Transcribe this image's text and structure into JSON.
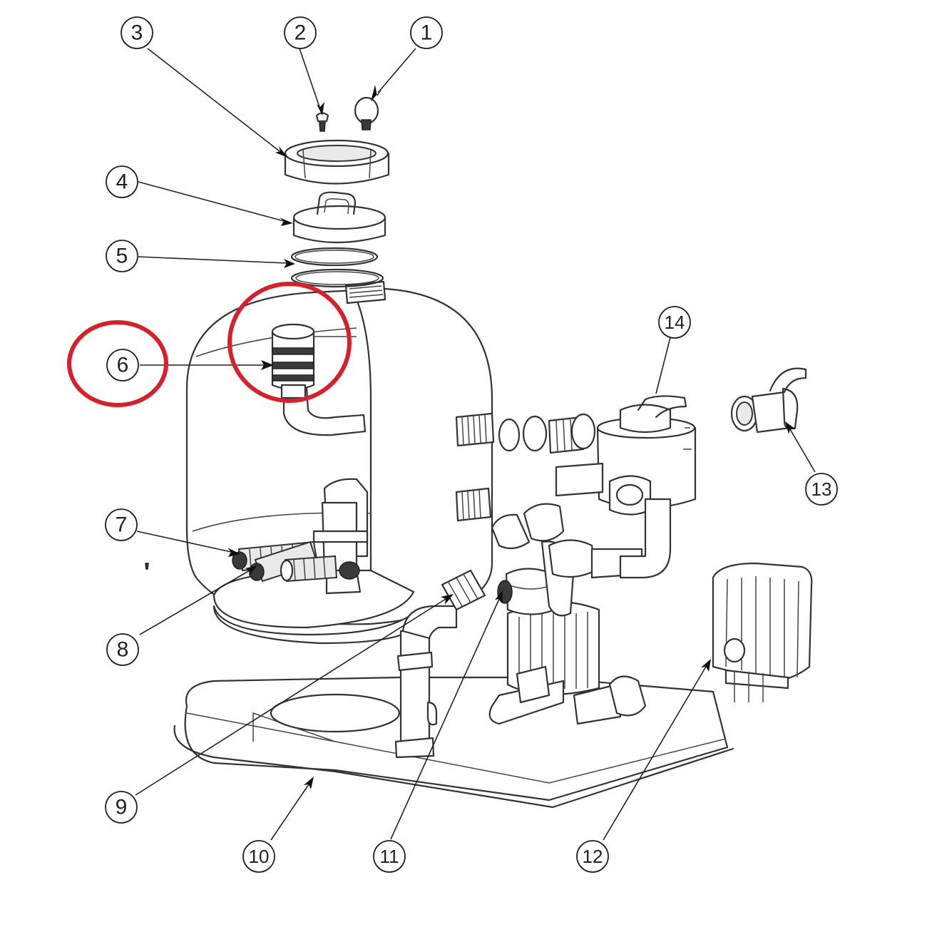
{
  "diagram": {
    "callouts": [
      {
        "id": "1",
        "label": "1"
      },
      {
        "id": "2",
        "label": "2"
      },
      {
        "id": "3",
        "label": "3"
      },
      {
        "id": "4",
        "label": "4"
      },
      {
        "id": "5",
        "label": "5"
      },
      {
        "id": "6",
        "label": "6"
      },
      {
        "id": "7",
        "label": "7"
      },
      {
        "id": "8",
        "label": "8"
      },
      {
        "id": "9",
        "label": "9"
      },
      {
        "id": "10",
        "label": "10"
      },
      {
        "id": "11",
        "label": "11"
      },
      {
        "id": "12",
        "label": "12"
      },
      {
        "id": "13",
        "label": "13"
      },
      {
        "id": "14",
        "label": "14"
      }
    ],
    "highlight": {
      "part": "6",
      "color": "#d9202a"
    },
    "colors": {
      "line": "#333333",
      "background": "#ffffff"
    }
  }
}
